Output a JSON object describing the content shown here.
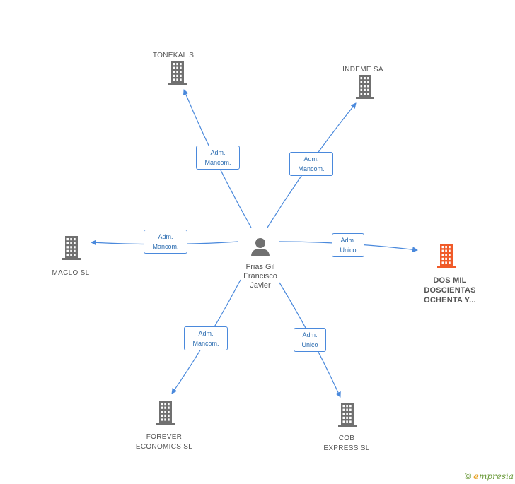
{
  "center": {
    "name_lines": [
      "Frias Gil",
      "Francisco",
      "Javier"
    ],
    "icon": "person-icon"
  },
  "nodes": [
    {
      "id": "tonekal",
      "lines": [
        "TONEKAL  SL"
      ],
      "relation": [
        "Adm.",
        "Mancom."
      ],
      "highlight": false
    },
    {
      "id": "indeme",
      "lines": [
        "INDEME SA"
      ],
      "relation": [
        "Adm.",
        "Mancom."
      ],
      "highlight": false
    },
    {
      "id": "maclo",
      "lines": [
        "MACLO  SL"
      ],
      "relation": [
        "Adm.",
        "Mancom."
      ],
      "highlight": false
    },
    {
      "id": "dosmil",
      "lines": [
        "DOS MIL",
        "DOSCIENTAS",
        "OCHENTA Y..."
      ],
      "relation": [
        "Adm.",
        "Unico"
      ],
      "highlight": true
    },
    {
      "id": "forever",
      "lines": [
        "FOREVER",
        "ECONOMICS  SL"
      ],
      "relation": [
        "Adm.",
        "Mancom."
      ],
      "highlight": false
    },
    {
      "id": "cob",
      "lines": [
        "COB",
        "EXPRESS SL"
      ],
      "relation": [
        "Adm.",
        "Unico"
      ],
      "highlight": false
    }
  ],
  "colors": {
    "edge": "#4a89dc",
    "building": "#707070",
    "building_highlight": "#f05a28",
    "person": "#707070"
  },
  "footer": {
    "copyright": "©",
    "brand_initial": "e",
    "brand_rest": "mpresia"
  }
}
